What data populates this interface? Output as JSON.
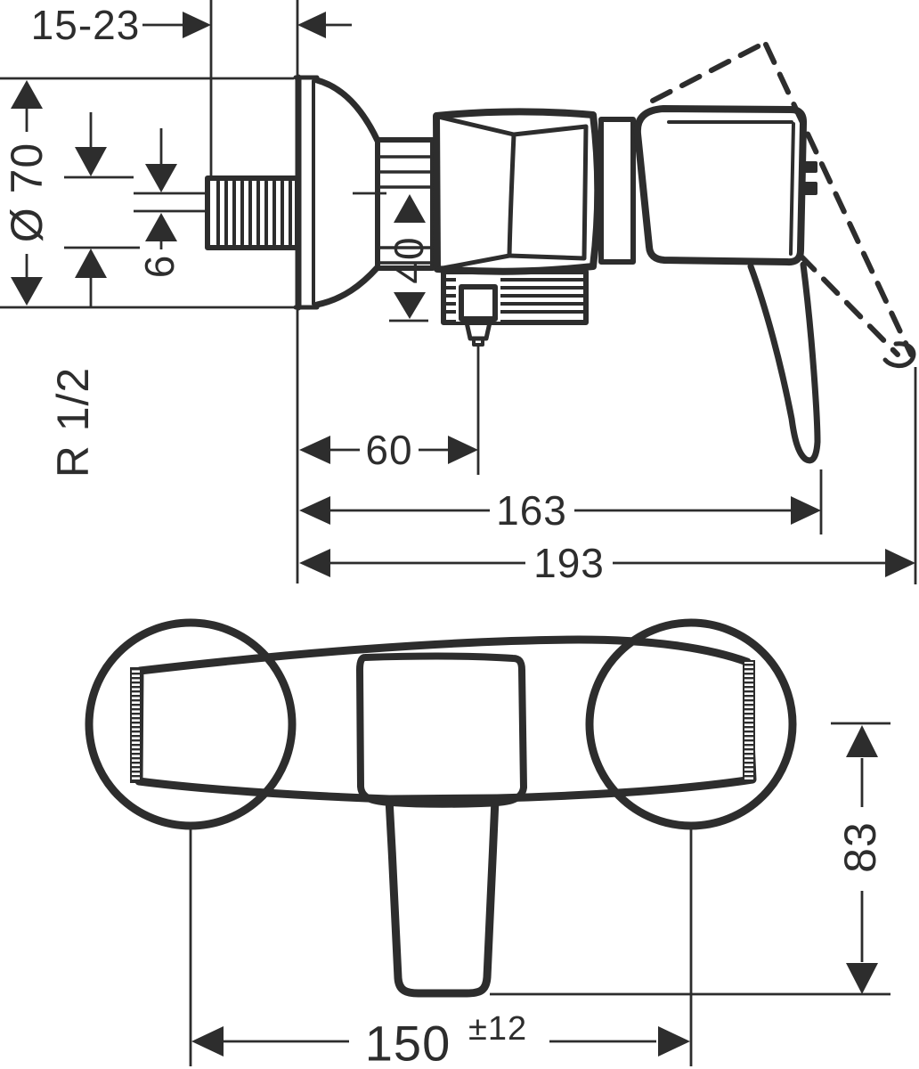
{
  "drawing": {
    "type": "technical-dimension-drawing",
    "subject": "wall-mounted single-lever shower mixer, side view and front view",
    "colors": {
      "line": "#2d2d2d",
      "background": "#ffffff"
    },
    "side_view": {
      "labels": {
        "depth_range": "15-23",
        "flange_diameter": "Ø 70",
        "axis_offset": "6",
        "thread_size": "R 1/2",
        "outlet_drop": "40",
        "outlet_offset": "60",
        "lever_reach": "163",
        "overall_depth": "193"
      }
    },
    "front_view": {
      "labels": {
        "lever_drop": "83",
        "connection_distance": "150",
        "connection_tolerance": "±12"
      }
    }
  }
}
